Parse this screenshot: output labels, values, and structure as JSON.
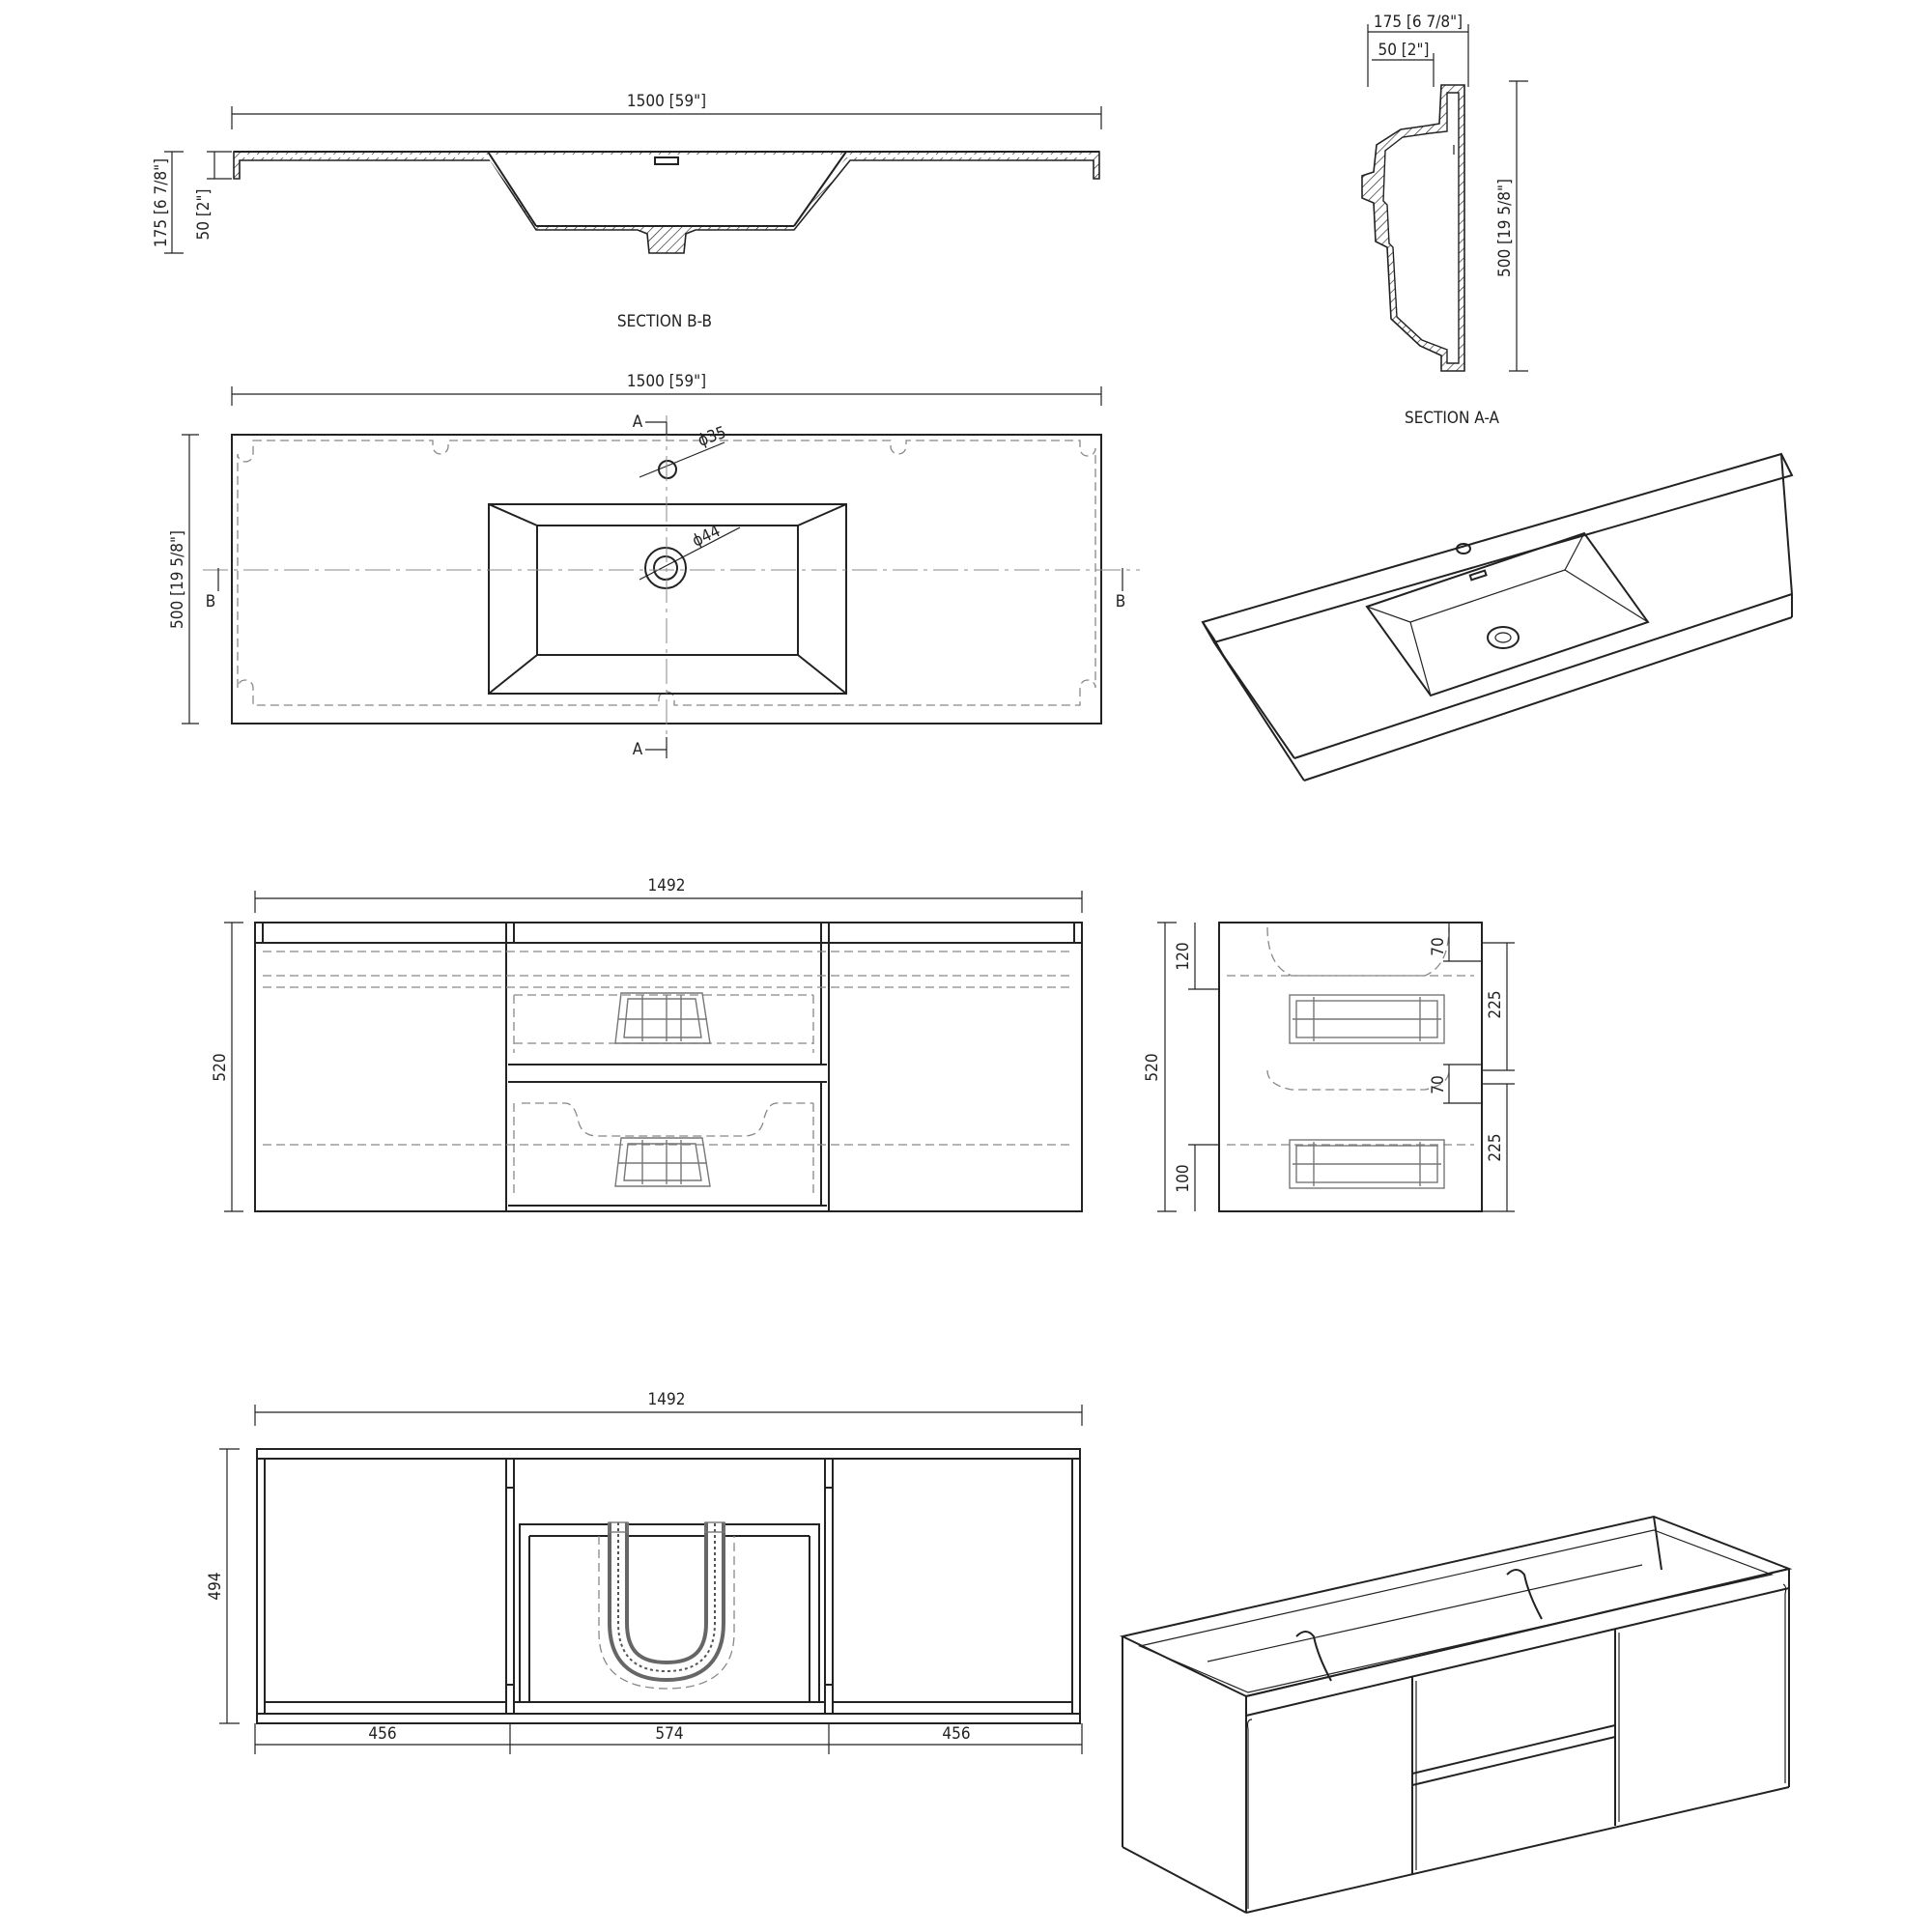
{
  "sections": {
    "section_bb": {
      "title": "SECTION B-B",
      "width": "1500 [59\"]",
      "height_total": "175 [6 7/8\"]",
      "height_rim": "50 [2\"]"
    },
    "section_aa": {
      "title": "SECTION A-A",
      "depth_top": "175 [6 7/8\"]",
      "depth_rim": "50 [2\"]",
      "height": "500 [19 5/8\"]"
    }
  },
  "plan": {
    "width": "1500 [59\"]",
    "depth": "500 [19 5/8\"]",
    "faucet_hole": "ϕ35",
    "drain_hole": "ϕ44",
    "cut_a": "A",
    "cut_b": "B"
  },
  "cabinet_front": {
    "width": "1492",
    "height": "520"
  },
  "cabinet_side": {
    "height": "520",
    "dim_120": "120",
    "dim_70_top": "70",
    "dim_225_top": "225",
    "dim_70_mid": "70",
    "dim_225_bottom": "225",
    "dim_100": "100"
  },
  "cabinet_open": {
    "width": "1492",
    "height": "494",
    "bay_left": "456",
    "bay_center": "574",
    "bay_right": "456"
  },
  "colors": {
    "line": "#222222",
    "hidden": "#888888",
    "background": "#ffffff"
  }
}
